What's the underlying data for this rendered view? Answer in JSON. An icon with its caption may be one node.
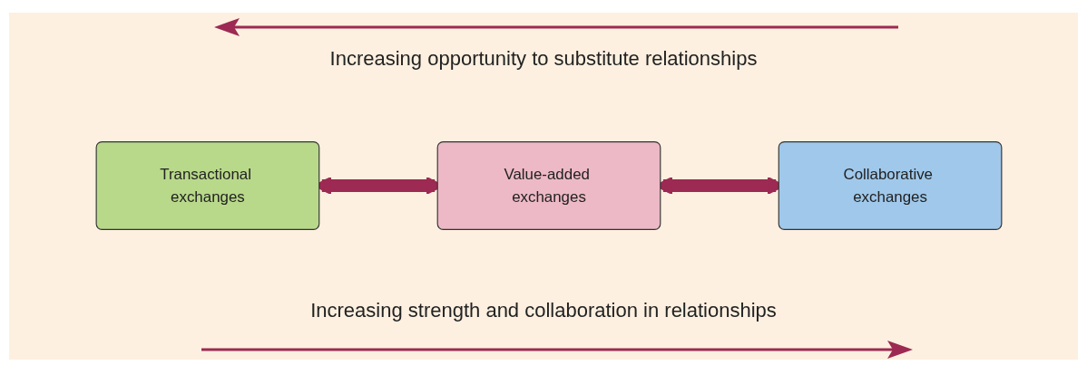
{
  "diagram": {
    "nodes": [
      {
        "text": [
          "Transactional exchanges"
        ]
      },
      {
        "text": [
          "Value-added exchanges"
        ]
      },
      {
        "text": [
          "Collaborative exchanges"
        ]
      }
    ],
    "edges": [
      {
        "from": 0,
        "to": 1,
        "arrow": "both"
      },
      {
        "from": 1,
        "to": 2,
        "arrow": "both"
      }
    ],
    "labels": [
      "Increasing opportunity to substitute relationships",
      "Increasing strength and collaboration in relationships"
    ]
  }
}
